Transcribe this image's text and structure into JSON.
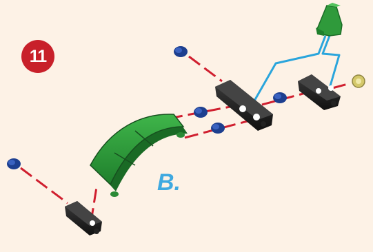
{
  "step": {
    "number": "11"
  },
  "labels": {
    "part": "B."
  },
  "colors": {
    "background": "#fdf2e6",
    "badge": "#c8202a",
    "guide_line_red": "#d01f2f",
    "guide_line_blue": "#2aa5dc",
    "part_green": "#2f9a3b",
    "connector_black": "#1c1c1c",
    "peg_blue": "#1d3f8f",
    "label_blue": "#3fa9e0",
    "small_peg_yellow": "#e3d88a"
  },
  "parts": [
    {
      "name": "green-curved-plate",
      "color": "green"
    },
    {
      "name": "green-wedge-piece",
      "color": "green"
    },
    {
      "name": "black-connector",
      "count": 3
    },
    {
      "name": "blue-peg",
      "count": 5
    },
    {
      "name": "yellow-peg",
      "count": 1
    }
  ]
}
